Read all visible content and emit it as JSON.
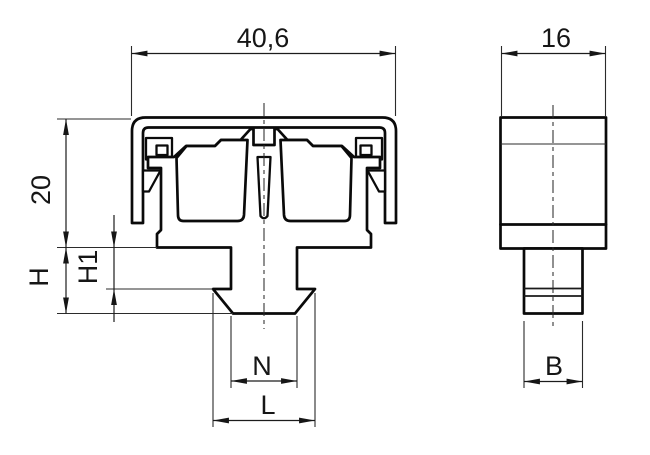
{
  "drawing": {
    "background": "#ffffff",
    "line_color": "#0a0a0a",
    "front_view": {
      "dim_overall_width": "40,6",
      "dim_cap_height": "20",
      "dim_height_h": "H",
      "dim_height_h1": "H1",
      "dim_stem_width": "N",
      "dim_foot_width": "L"
    },
    "side_view": {
      "dim_overall_depth": "16",
      "dim_stem_depth": "B"
    }
  }
}
